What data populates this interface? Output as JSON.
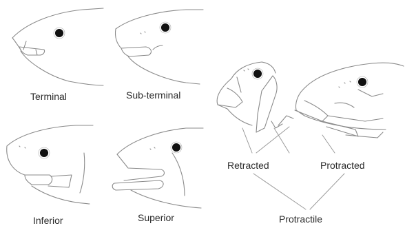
{
  "labels": {
    "terminal": "Terminal",
    "sub_terminal": "Sub-terminal",
    "retracted": "Retracted",
    "protracted": "Protracted",
    "inferior": "Inferior",
    "superior": "Superior",
    "protractile": "Protractile"
  },
  "colors": {
    "line": "#8a8a8a",
    "eye": "#111111",
    "text": "#2a2a2a",
    "background": "#ffffff"
  }
}
